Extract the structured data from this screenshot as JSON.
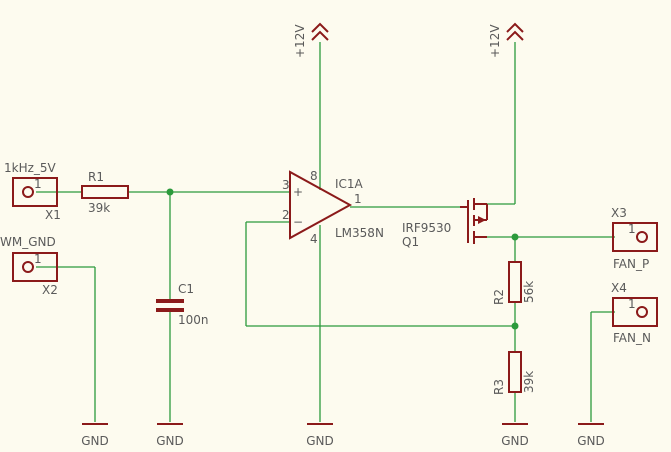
{
  "labels": {
    "supply_opamp": "+12V",
    "supply_fet": "+12V",
    "x1_net": "1kHz_5V",
    "x1_name": "X1",
    "x1_pin": "1",
    "x2_net": "WM_GND",
    "x2_name": "X2",
    "x2_pin": "1",
    "r1_name": "R1",
    "r1_value": "39k",
    "c1_name": "C1",
    "c1_value": "100n",
    "ic_name": "IC1A",
    "ic_value": "LM358N",
    "ic_pin3": "3",
    "ic_pin2": "2",
    "ic_pin8": "8",
    "ic_pin4": "4",
    "ic_pin1": "1",
    "ic_plus": "+",
    "ic_minus": "−",
    "q1_value": "IRF9530",
    "q1_name": "Q1",
    "r2_name": "R2",
    "r2_value": "56k",
    "r3_name": "R3",
    "r3_value": "39k",
    "x3_name": "X3",
    "x3_net": "FAN_P",
    "x3_pin": "1",
    "x4_name": "X4",
    "x4_net": "FAN_N",
    "x4_pin": "1",
    "gnd1": "GND",
    "gnd2": "GND",
    "gnd3": "GND",
    "gnd4": "GND",
    "gnd5": "GND"
  },
  "colors": {
    "wire": "#2c9a3c",
    "part": "#8b1a1a",
    "text": "#5a5a5a",
    "background": "#fdfbef"
  }
}
